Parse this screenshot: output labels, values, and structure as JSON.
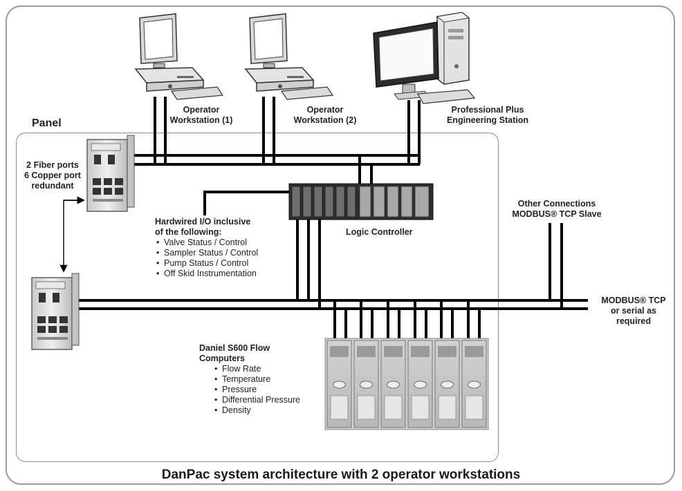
{
  "caption": "DanPac system architecture with 2 operator workstations",
  "panel_label": "Panel",
  "workstations": [
    {
      "line1": "Operator",
      "line2": "Workstation (1)"
    },
    {
      "line1": "Operator",
      "line2": "Workstation (2)"
    },
    {
      "line1": "Professional Plus",
      "line2": "Engineering Station"
    }
  ],
  "switch_label": {
    "line1": "2 Fiber ports",
    "line2": "6 Copper port",
    "line3": "redundant"
  },
  "hardwired_io": {
    "title_line1": "Hardwired I/O inclusive",
    "title_line2": "of the following:",
    "items": [
      "Valve Status / Control",
      "Sampler Status / Control",
      "Pump Status / Control",
      "Off Skid Instrumentation"
    ]
  },
  "logic_controller": "Logic Controller",
  "other_connections": {
    "line1": "Other  Connections",
    "line2": "MODBUS® TCP Slave"
  },
  "modbus": {
    "line1": "MODBUS® TCP",
    "line2": "or serial as",
    "line3": "required"
  },
  "flow_computers": {
    "title_line1": "Daniel S600 Flow",
    "title_line2": "Computers",
    "items": [
      "Flow Rate",
      "Temperature",
      "Pressure",
      "Differential Pressure",
      "Density"
    ]
  }
}
